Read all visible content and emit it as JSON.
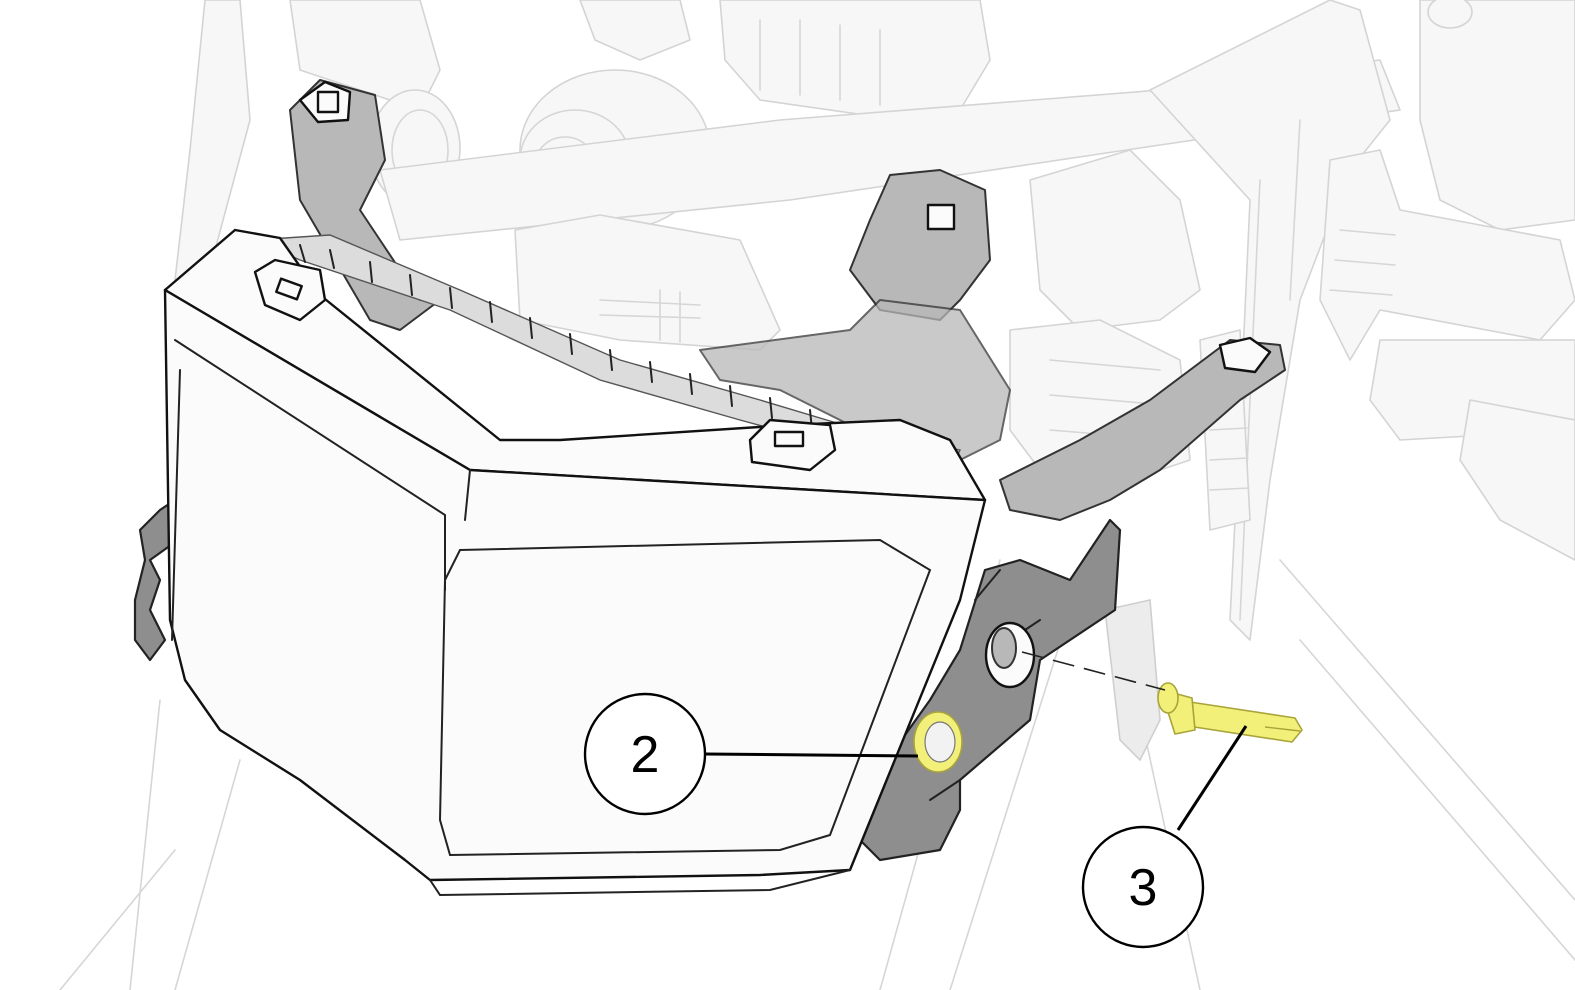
{
  "callouts": [
    {
      "id": "2",
      "label": "2"
    },
    {
      "id": "3",
      "label": "3"
    }
  ],
  "colors": {
    "highlight": "#f3f07a",
    "highlight_stroke": "#a9a43a",
    "outline": "#111111",
    "bracket": "#8e8e8e",
    "background_parts": "#f7f7f7"
  },
  "icons": {
    "fastener": "push-pin-fastener-icon",
    "washer": "grommet-icon"
  }
}
